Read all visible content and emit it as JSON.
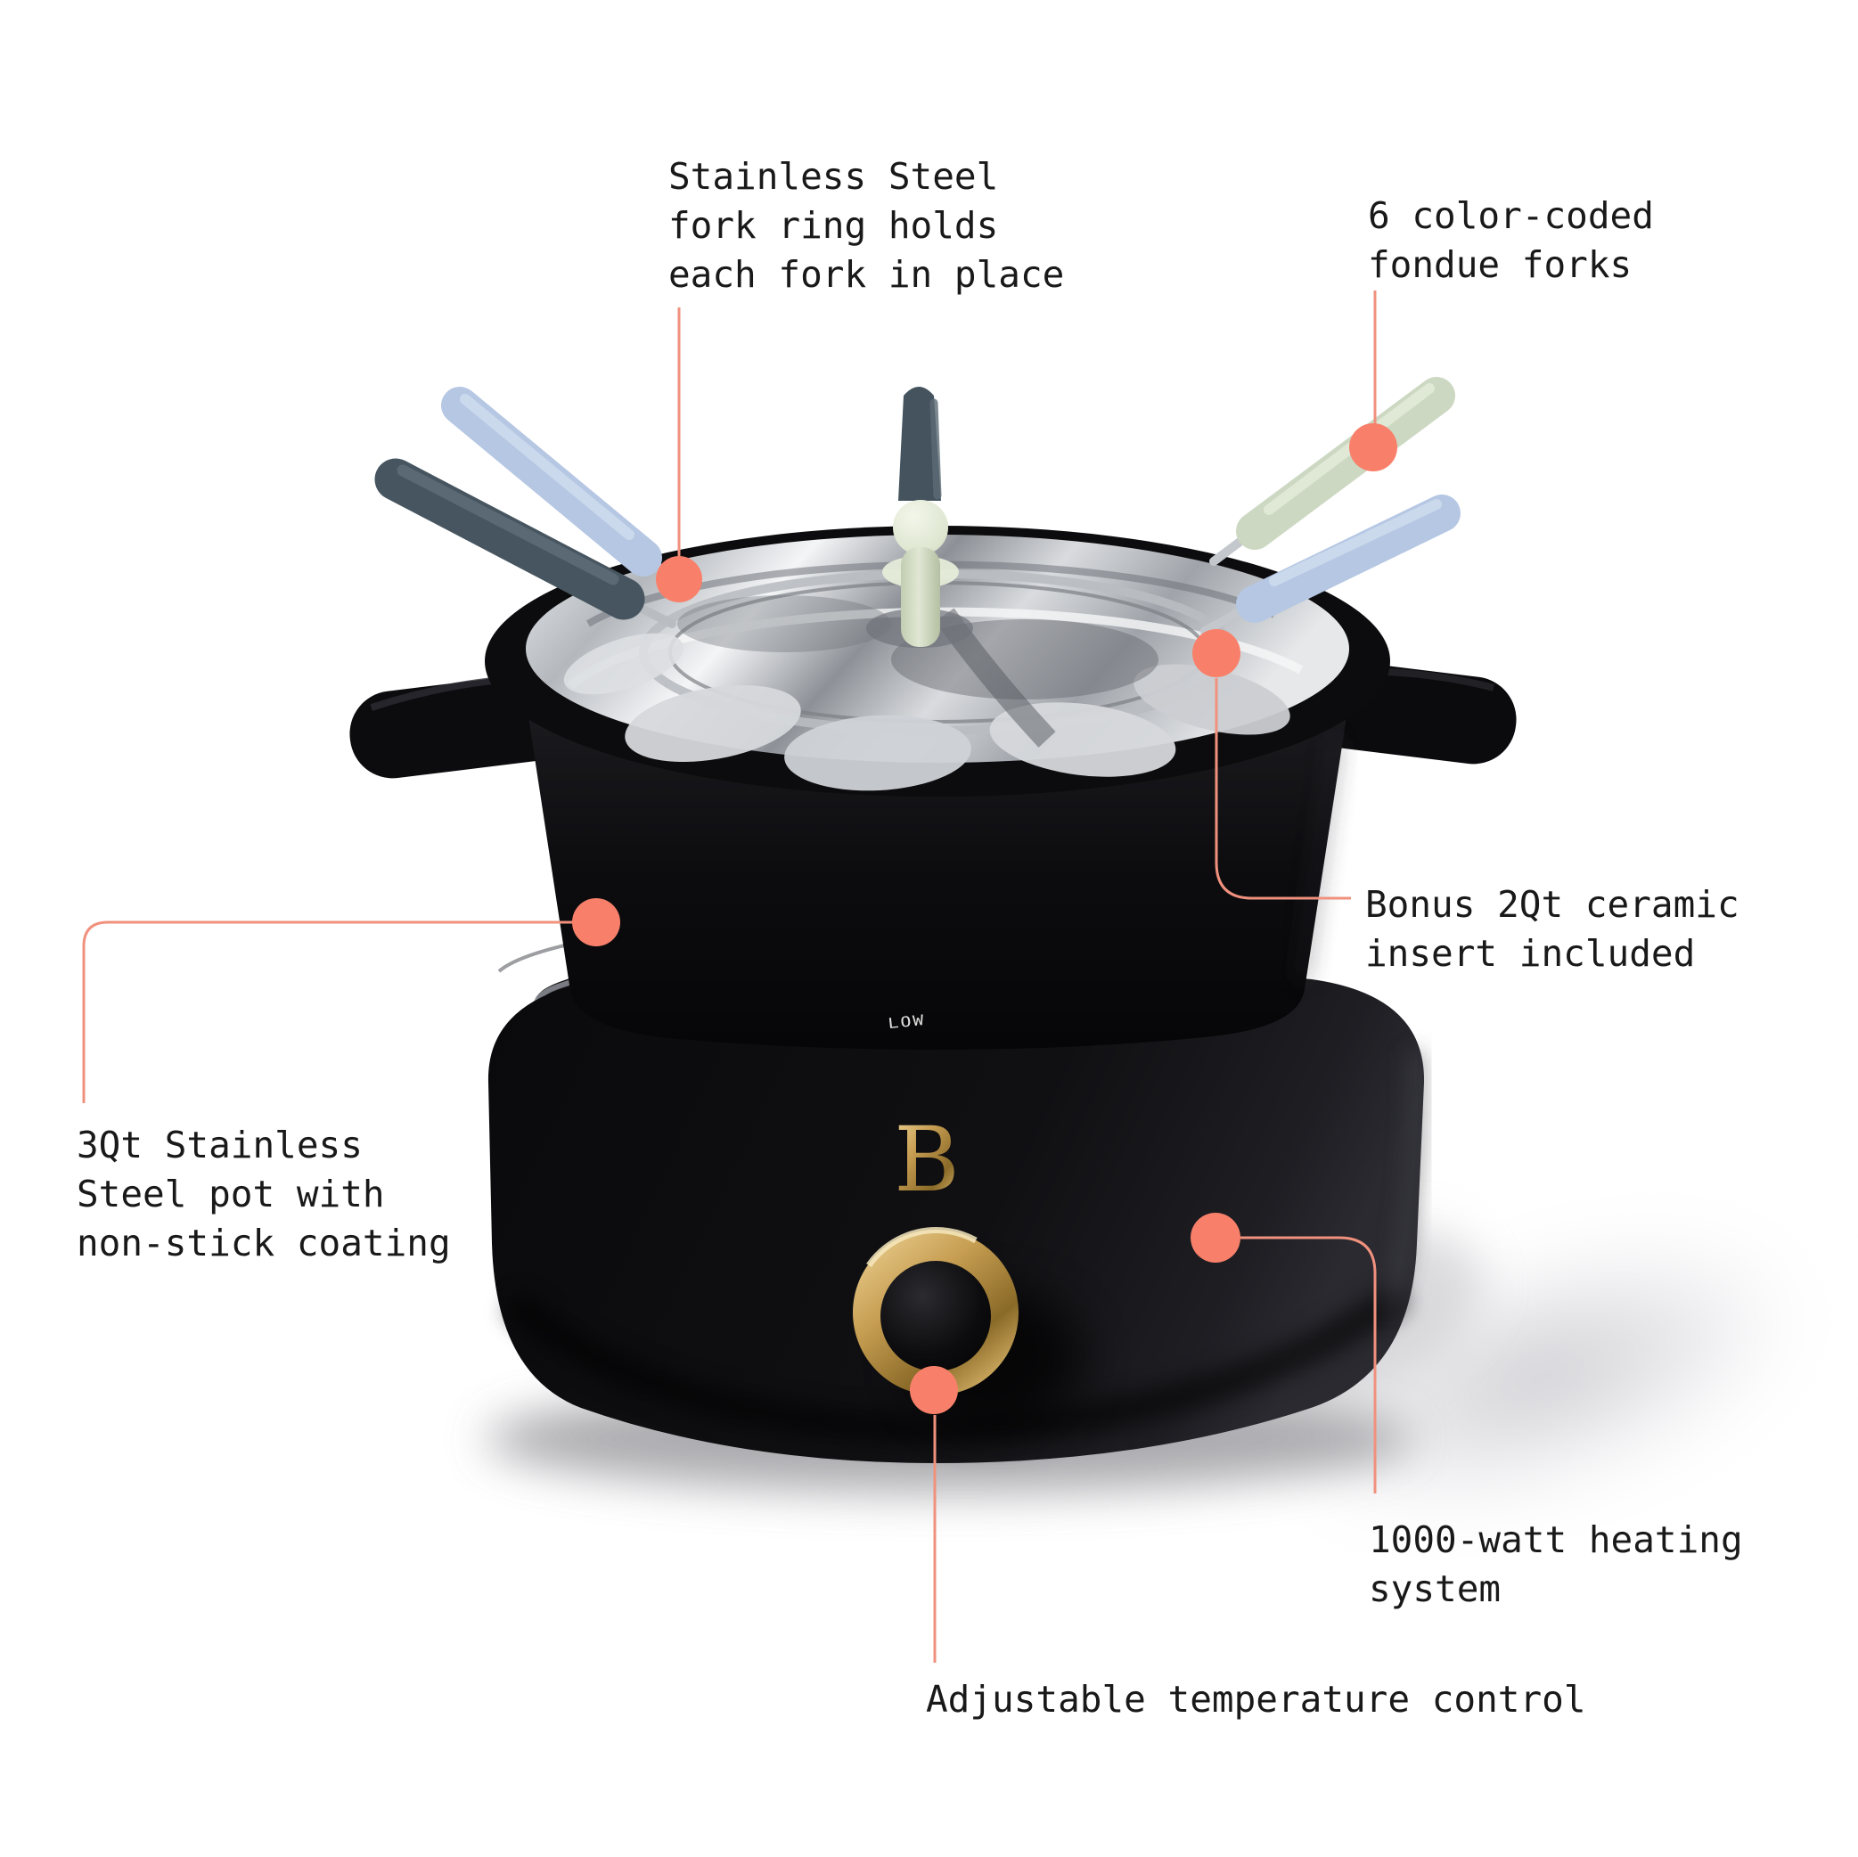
{
  "meta": {
    "description": "Product callout diagram of a black 3Qt electric fondue pot with six pastel fondue forks"
  },
  "colors": {
    "background": "#ffffff",
    "text": "#191919",
    "callout_dot": "#f8806a",
    "callout_line": "#f0917e",
    "gold": "#c79e52",
    "pot_black": "#0d0d10",
    "fork_blue": "#b5c7e3",
    "fork_slate": "#46555f",
    "fork_sage": "#ccd8c2",
    "steel": "#c9ccd1"
  },
  "product": {
    "brand_letter": "B",
    "knob_label": "LOW"
  },
  "callouts": [
    {
      "id": "fork-ring",
      "text": "Stainless Steel\nfork ring holds\neach fork in place"
    },
    {
      "id": "fondue-forks",
      "text": "6 color-coded\nfondue forks"
    },
    {
      "id": "ceramic-insert",
      "text": "Bonus 2Qt ceramic\ninsert included"
    },
    {
      "id": "pot",
      "text": "3Qt Stainless\nSteel pot with\nnon-stick coating"
    },
    {
      "id": "heating",
      "text": "1000-watt heating\nsystem"
    },
    {
      "id": "temperature",
      "text": "Adjustable temperature control"
    }
  ]
}
